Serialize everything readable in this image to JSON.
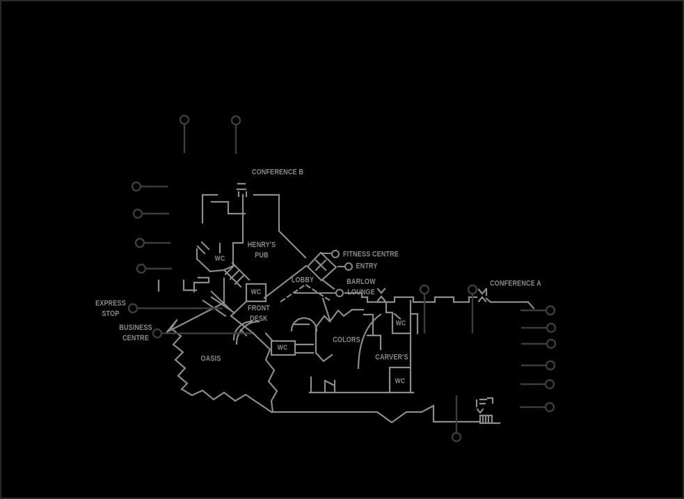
{
  "colors": {
    "background": "#000000",
    "canvas_border": "#2a2a2a",
    "wall": "#8c8c8c",
    "label": "#8a8a8a",
    "pin": "#3d3d3d"
  },
  "labels": {
    "conference_b": "CONFERENCE B",
    "conference_a": "CONFERENCE A",
    "henrys_pub": {
      "line1": "HENRY'S",
      "line2": "PUB"
    },
    "wc": "WC",
    "fitness_centre": "FITNESS CENTRE",
    "entry": "ENTRY",
    "lobby": "LOBBY",
    "barlow_lounge": {
      "line1": "BARLOW",
      "line2": "LOUNGE"
    },
    "front_desk": {
      "line1": "FRONT",
      "line2": "DESK"
    },
    "express_stop": {
      "line1": "EXPRESS",
      "line2": "STOP"
    },
    "business_centre": {
      "line1": "BUSINESS",
      "line2": "CENTRE"
    },
    "oasis": "OASIS",
    "colors_room": "COLORS",
    "carvers": "CARVER'S"
  }
}
